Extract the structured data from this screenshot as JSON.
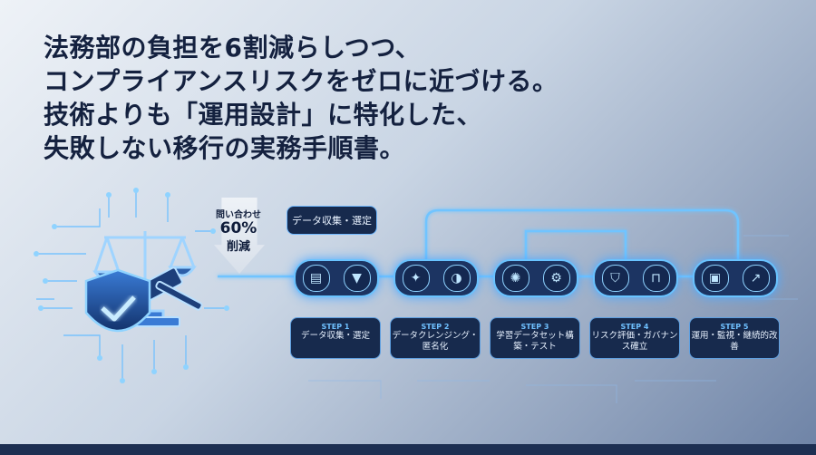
{
  "headline": [
    "法務部の負担を6割減らしつつ、",
    "コンプライアンスリスクをゼロに近づける。",
    "技術よりも「運用設計」に特化した、",
    "失敗しない移行の実務手順書。"
  ],
  "badge": {
    "top": "問い合わせ",
    "value": "60%",
    "bottom": "削減"
  },
  "top_box_label": "データ収集・選定",
  "steps": [
    {
      "number": "STEP 1",
      "label": "データ収集・選定",
      "icons": [
        "document-icon",
        "filter-icon"
      ]
    },
    {
      "number": "STEP 2",
      "label": "データクレンジング・匿名化",
      "icons": [
        "cleaning-icon",
        "mask-icon"
      ]
    },
    {
      "number": "STEP 3",
      "label": "学習データセット構築・テスト",
      "icons": [
        "brain-icon",
        "gear-icon"
      ]
    },
    {
      "number": "STEP 4",
      "label": "リスク評価・ガバナンス確立",
      "icons": [
        "shield-icon",
        "lock-icon"
      ]
    },
    {
      "number": "STEP 5",
      "label": "運用・監視・継続的改善",
      "icons": [
        "monitor-icon",
        "growth-arrow-icon"
      ]
    }
  ],
  "colors": {
    "accent": "#4fb6ff",
    "dark": "#172a4d",
    "text": "#14213f"
  }
}
